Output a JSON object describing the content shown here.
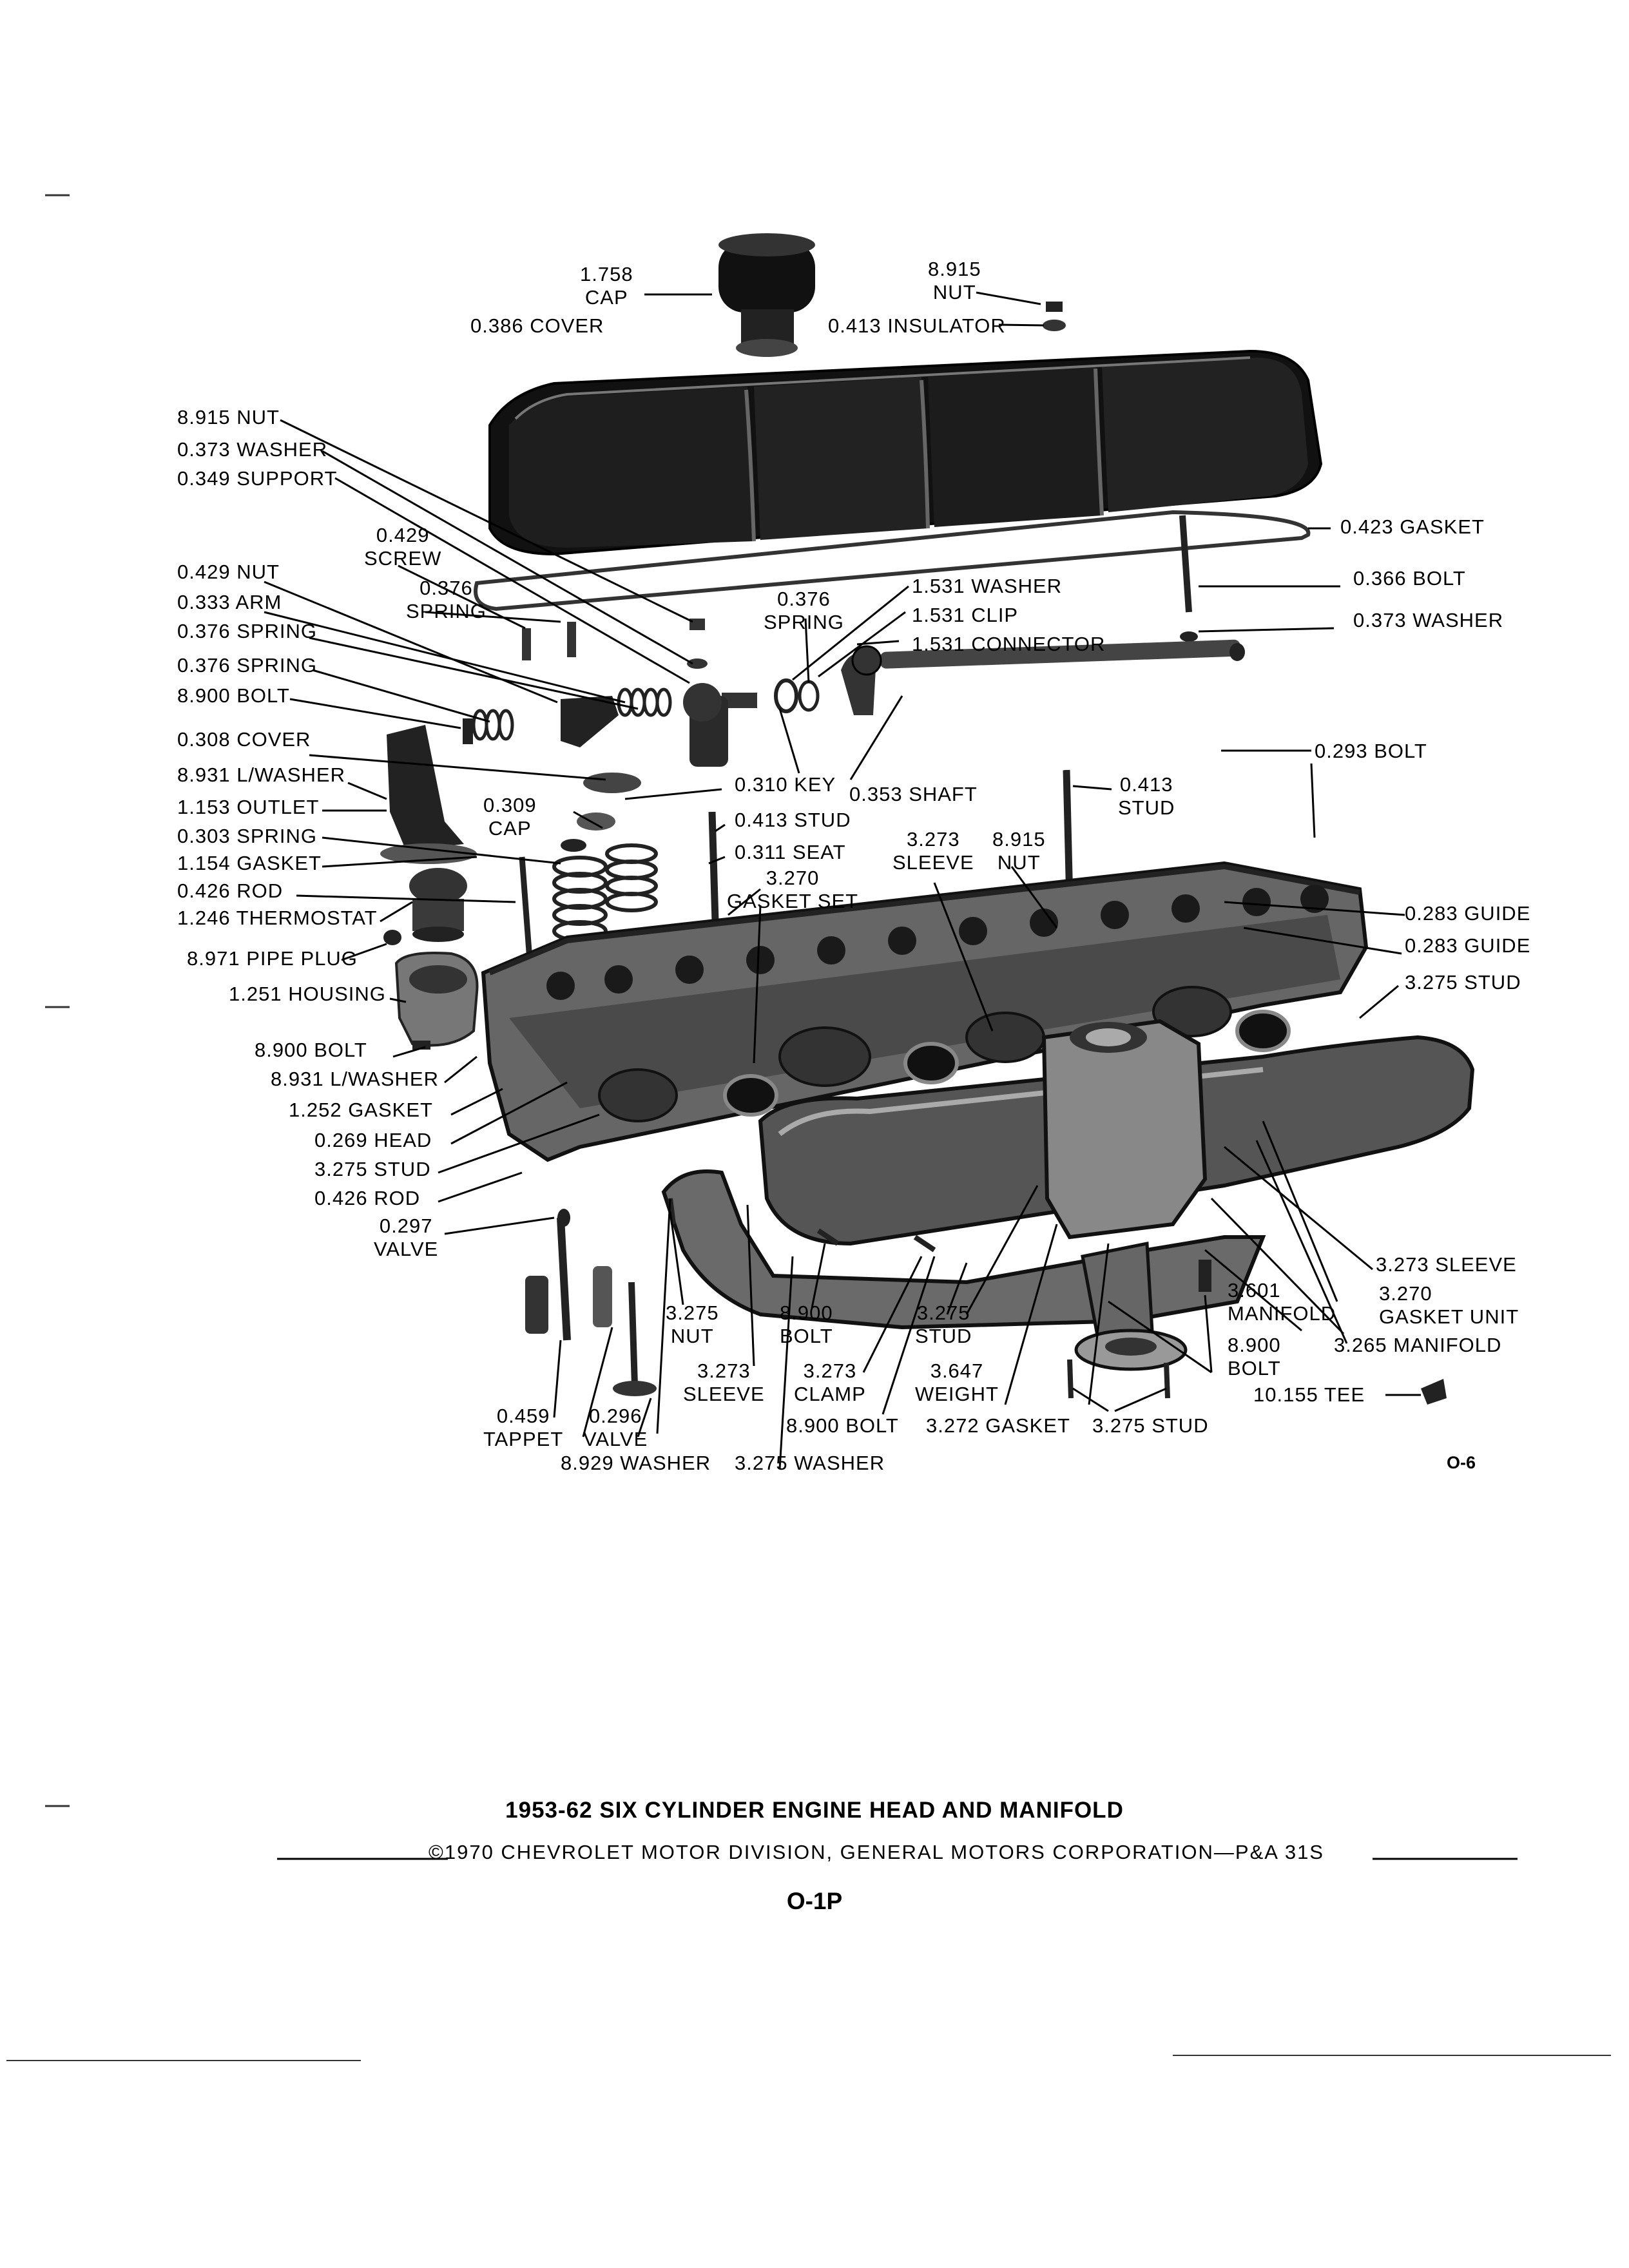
{
  "labels": {
    "cap_1758": "1.758\nCAP",
    "nut_8915_top": "8.915\nNUT",
    "cover_0386": "0.386 COVER",
    "insulator_0413": "0.413 INSULATOR",
    "nut_8915": "8.915 NUT",
    "washer_0373": "0.373 WASHER",
    "support_0349": "0.349 SUPPORT",
    "screw_0429": "0.429\nSCREW",
    "nut_0429": "0.429 NUT",
    "spring_0376_a": "0.376\nSPRING",
    "arm_0333": "0.333 ARM",
    "spring_0376_b": "0.376 SPRING",
    "spring_0376_c": "0.376 SPRING",
    "bolt_8900_a": "8.900 BOLT",
    "cover_0308": "0.308 COVER",
    "lwasher_8931_a": "8.931 L/WASHER",
    "outlet_1153": "1.153 OUTLET",
    "spring_0303": "0.303 SPRING",
    "gasket_1154": "1.154 GASKET",
    "rod_0426_a": "0.426 ROD",
    "thermostat_1246": "1.246 THERMOSTAT",
    "pipeplug_8971": "8.971 PIPE PLUG",
    "housing_1251": "1.251 HOUSING",
    "bolt_8900_b": "8.900 BOLT",
    "lwasher_8931_b": "8.931 L/WASHER",
    "gasket_1252": "1.252 GASKET",
    "head_0269": "0.269 HEAD",
    "stud_3275_a": "3.275 STUD",
    "rod_0426_b": "0.426 ROD",
    "valve_0297": "0.297\nVALVE",
    "tappet_0459": "0.459\nTAPPET",
    "valve_0296": "0.296\nVALVE",
    "washer_8929": "8.929 WASHER",
    "nut_3275": "3.275\nNUT",
    "sleeve_3273_a": "3.273\nSLEEVE",
    "bolt_8900_c": "8.900\nBOLT",
    "clamp_3273": "3.273\nCLAMP",
    "bolt_8900_d": "8.900 BOLT",
    "washer_3275": "3.275 WASHER",
    "stud_3275_b": "3.275\nSTUD",
    "weight_3647": "3.647\nWEIGHT",
    "gasket_3272": "3.272 GASKET",
    "stud_3275_c": "3.275 STUD",
    "spring_0376_d": "0.376\nSPRING",
    "washer_1531": "1.531 WASHER",
    "clip_1531": "1.531 CLIP",
    "connector_1531": "1.531 CONNECTOR",
    "key_0310": "0.310 KEY",
    "shaft_0353": "0.353 SHAFT",
    "cap_0309": "0.309\nCAP",
    "stud_0413_a": "0.413 STUD",
    "seat_0311": "0.311 SEAT",
    "gasketset_3270": "3.270\nGASKET SET",
    "sleeve_3273_b": "3.273\nSLEEVE",
    "nut_8915_b": "8.915\nNUT",
    "stud_0413_b": "0.413\nSTUD",
    "gasket_0423": "0.423 GASKET",
    "bolt_0366": "0.366 BOLT",
    "washer_0373_r": "0.373 WASHER",
    "bolt_0293": "0.293 BOLT",
    "guide_0283_a": "0.283 GUIDE",
    "guide_0283_b": "0.283 GUIDE",
    "stud_3275_d": "3.275 STUD",
    "sleeve_3273_c": "3.273 SLEEVE",
    "manifold_3601": "3.601\nMANIFOLD",
    "gasketunit_3270": "3.270\nGASKET UNIT",
    "manifold_3265": "3.265 MANIFOLD",
    "bolt_8900_e": "8.900\nBOLT",
    "tee_10155": "10.155 TEE"
  },
  "figure_id": "O-6",
  "title": "1953-62 SIX CYLINDER ENGINE HEAD AND MANIFOLD",
  "credit": "©1970 CHEVROLET MOTOR DIVISION, GENERAL MOTORS CORPORATION—P&A 31S",
  "page_number": "O-1P"
}
